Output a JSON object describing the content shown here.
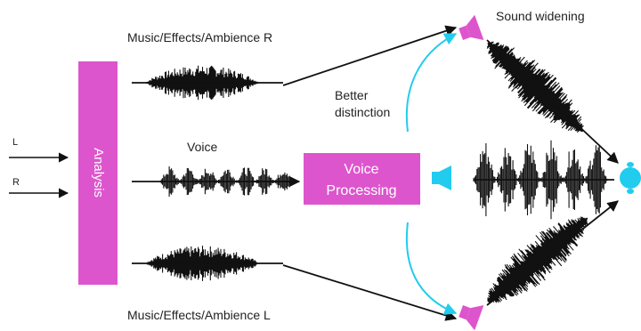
{
  "labels": {
    "music_r": "Music/Effects/Ambience R",
    "music_l": "Music/Effects/Ambience L",
    "voice": "Voice",
    "input_l": "L",
    "input_r": "R",
    "analysis": "Analysis",
    "processing_line1": "Voice",
    "processing_line2": "Processing",
    "better_line1": "Better",
    "better_line2": "distinction",
    "sound_widening": "Sound widening"
  },
  "colors": {
    "magenta": "#dd55cc",
    "cyan": "#22ccee",
    "black": "#111111"
  },
  "icons": [
    "speaker-icon",
    "listener-head-icon"
  ]
}
